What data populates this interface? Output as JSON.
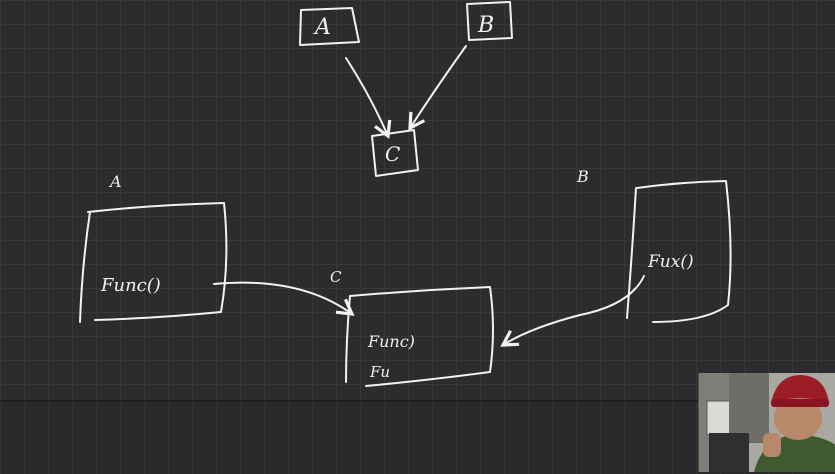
{
  "diagram": {
    "top": {
      "node_a": "A",
      "node_b": "B",
      "node_c": "C"
    },
    "bottom": {
      "label_a": "A",
      "label_b": "B",
      "label_c": "C",
      "box_a_text": "Func()",
      "box_b_text": "Fux()",
      "box_c_line1": "Func)",
      "box_c_line2": "Fu"
    }
  },
  "colors": {
    "board": "#2c2c2e",
    "ink": "#f2f2f2"
  }
}
